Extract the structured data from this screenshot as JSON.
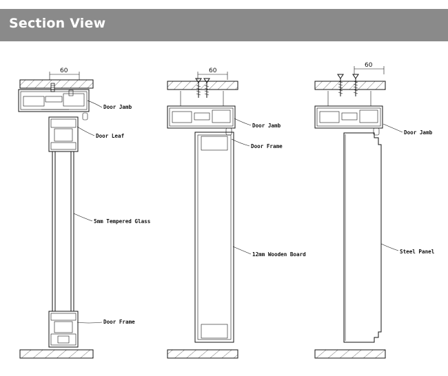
{
  "header": {
    "title": "Section View"
  },
  "dimension": "60",
  "sections": [
    {
      "labels": [
        "Door Jamb",
        "Door Leaf",
        "5mm Tempered Glass",
        "Door Frame"
      ]
    },
    {
      "labels": [
        "Door Jamb",
        "Door Frame",
        "12mm Wooden Board"
      ]
    },
    {
      "labels": [
        "Door Jamb",
        "Steel Panel"
      ]
    }
  ],
  "colors": {
    "header_bg": "#8a8a8a",
    "header_text": "#ffffff",
    "line": "#111111"
  }
}
